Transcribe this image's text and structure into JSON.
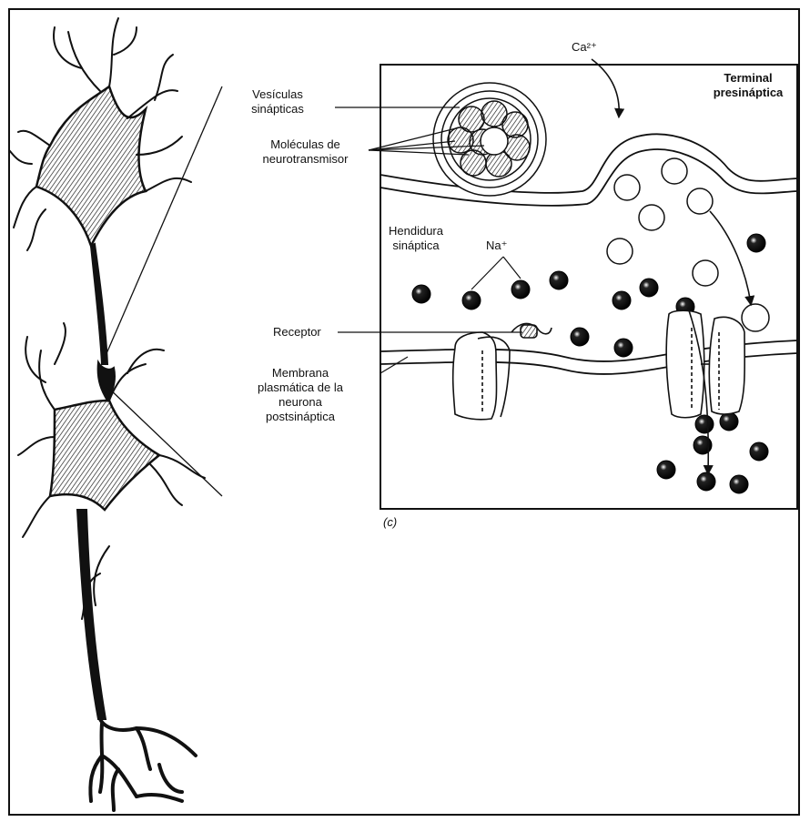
{
  "labels": {
    "vesiculas": "Vesículas\nsinápticas",
    "moleculas": "Moléculas de\nneurotransmisor",
    "ca": "Ca²⁺",
    "terminal": "Terminal\npresináptica",
    "hendidura": "Hendidura\nsináptica",
    "na": "Na⁺",
    "receptor": "Receptor",
    "membrana": "Membrana\nplasmática de la\nneurona\npostsináptica",
    "panel": "(c)"
  },
  "colors": {
    "ink": "#111111",
    "paper": "#ffffff",
    "hatch": "#555555"
  }
}
